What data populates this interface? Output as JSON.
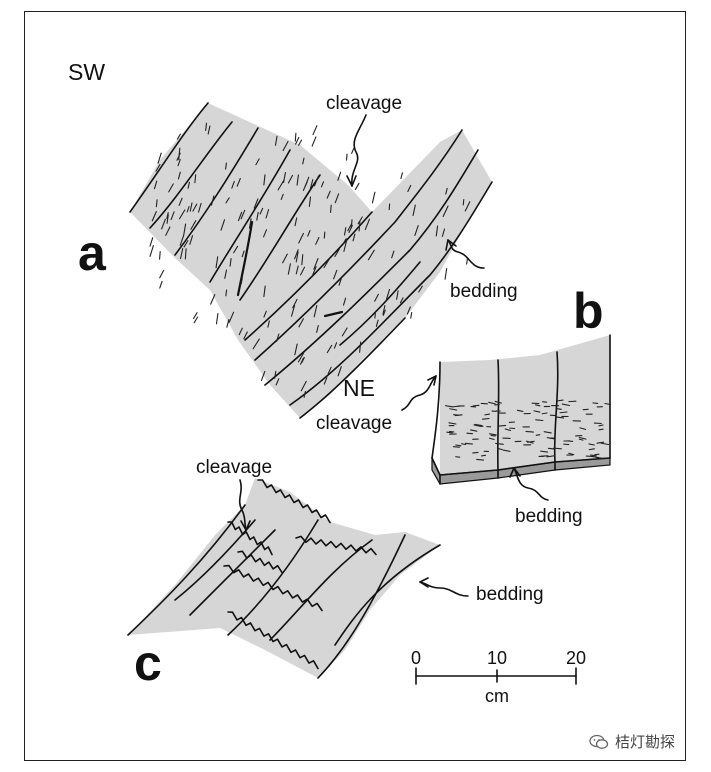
{
  "orientation": {
    "left": "SW",
    "right": "NE"
  },
  "panels": {
    "a": {
      "letter": "a",
      "cleavage_label": "cleavage",
      "bedding_label": "bedding"
    },
    "b": {
      "letter": "b",
      "cleavage_label": "cleavage",
      "bedding_label": "bedding"
    },
    "c": {
      "letter": "c",
      "cleavage_label": "cleavage",
      "bedding_label": "bedding"
    }
  },
  "scale_bar": {
    "ticks": [
      "0",
      "10",
      "20"
    ],
    "unit": "cm"
  },
  "watermark": {
    "text": "桔灯勘探",
    "icon": "wechat-icon"
  },
  "colors": {
    "slab_fill": "#d6d6d6",
    "ink": "#111111",
    "shadow": "#9a9a9a"
  }
}
